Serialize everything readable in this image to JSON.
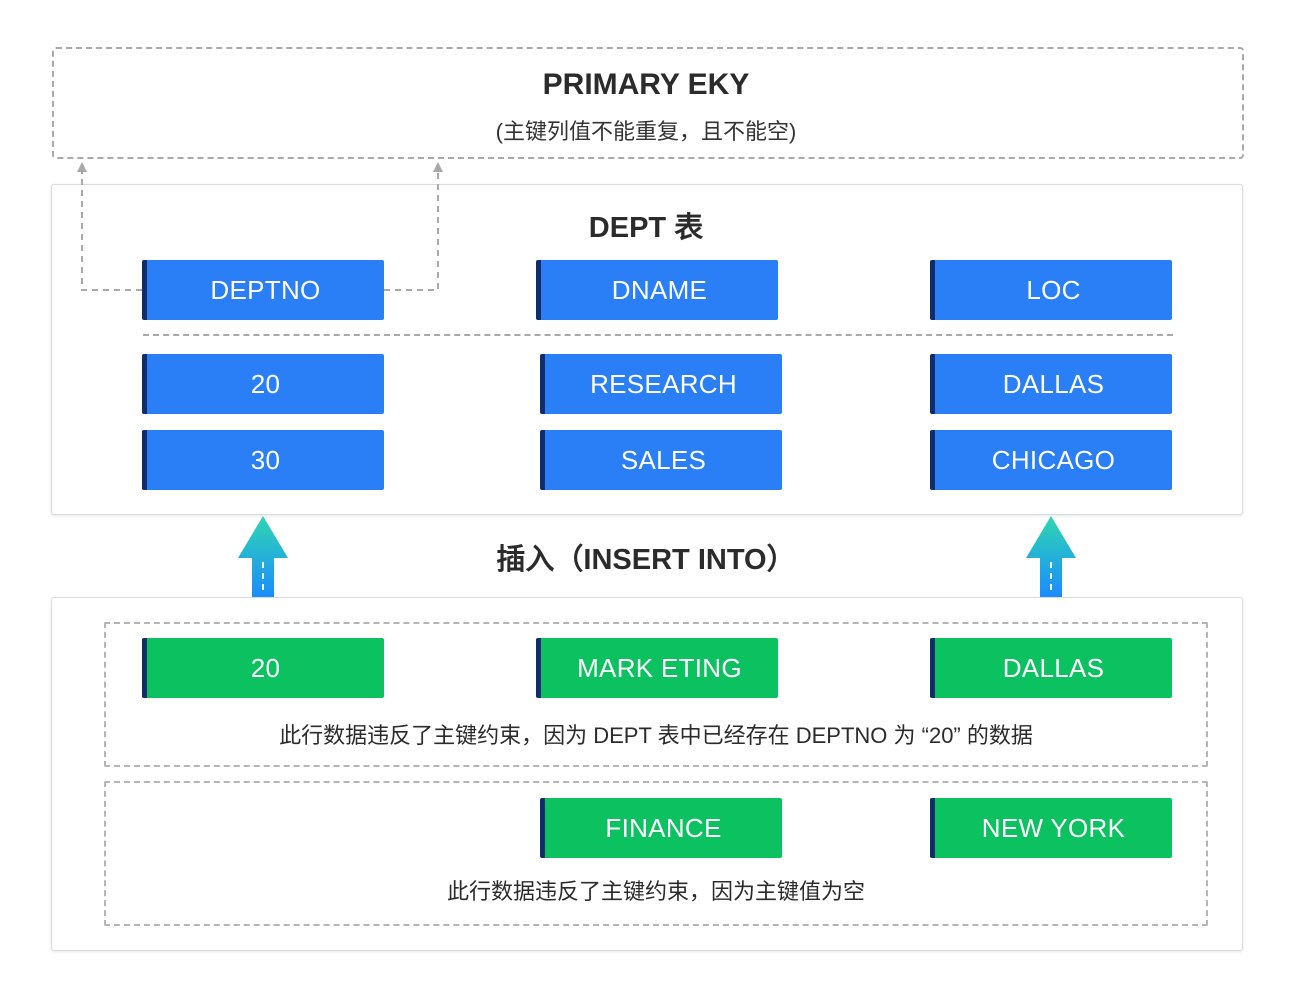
{
  "primary_key": {
    "title": "PRIMARY EKY",
    "subtitle": "(主键列值不能重复，且不能空)"
  },
  "dept_table": {
    "title": "DEPT 表",
    "columns": [
      "DEPTNO",
      "DNAME",
      "LOC"
    ],
    "rows": [
      [
        "20",
        "RESEARCH",
        "DALLAS"
      ],
      [
        "30",
        "SALES",
        "CHICAGO"
      ]
    ]
  },
  "insert": {
    "label": "插入（INSERT INTO）",
    "row1": [
      "20",
      "MARK ETING",
      "DALLAS"
    ],
    "row1_note": "此行数据违反了主键约束，因为 DEPT 表中已经存在 DEPTNO 为 “20” 的数据",
    "row2": [
      "FINANCE",
      "NEW YORK"
    ],
    "row2_note": "此行数据违反了主键约束，因为主键值为空"
  },
  "colors": {
    "table_cell": "#2a7ff6",
    "insert_cell": "#0cc160",
    "cell_edge": "#0f2d6b",
    "arrow_top": "#2fd6b0",
    "arrow_bottom": "#1a8cff",
    "dashed": "#a9a9a9"
  }
}
